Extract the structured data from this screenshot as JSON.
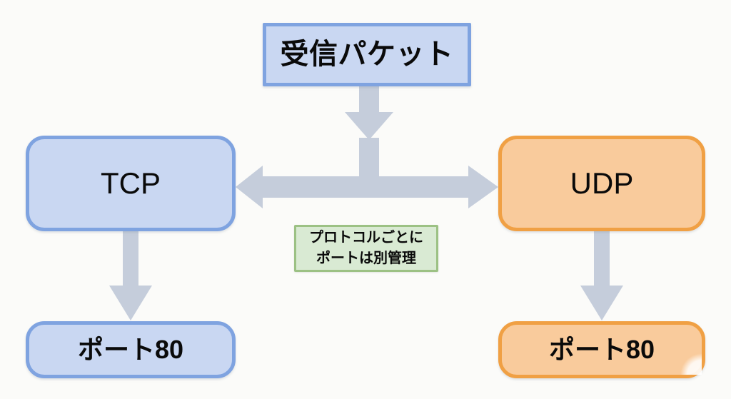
{
  "diagram": {
    "title": "TCP / UDP port separation diagram",
    "background_color": "#fbfbf9",
    "nodes": {
      "received_packet": {
        "label": "受信パケット",
        "fill": "#c9d7f2",
        "stroke": "#7fa3e0",
        "shape": "rectangle"
      },
      "tcp": {
        "label": "TCP",
        "fill": "#c9d7f2",
        "stroke": "#7fa3e0",
        "shape": "rounded-rectangle"
      },
      "udp": {
        "label": "UDP",
        "fill": "#f9cb9c",
        "stroke": "#f0a044",
        "shape": "rounded-rectangle"
      },
      "tcp_port": {
        "label": "ポート80",
        "fill": "#c9d7f2",
        "stroke": "#7fa3e0",
        "shape": "rounded-rectangle"
      },
      "udp_port": {
        "label": "ポート80",
        "fill": "#f9cb9c",
        "stroke": "#f0a044",
        "shape": "rounded-rectangle"
      },
      "note": {
        "label": "プロトコルごとに\nポートは別管理",
        "fill": "#d9ead3",
        "stroke": "#9cc184",
        "shape": "rectangle"
      }
    },
    "arrows": {
      "color": "#c5cddb",
      "packet_down": {
        "name": "received-packet-to-split",
        "direction": "down",
        "from": "received_packet",
        "to": "split-junction"
      },
      "split_left": {
        "name": "split-to-tcp",
        "direction": "left",
        "from": "split-junction",
        "to": "tcp"
      },
      "split_right": {
        "name": "split-to-udp",
        "direction": "right",
        "from": "split-junction",
        "to": "udp"
      },
      "tcp_down": {
        "name": "tcp-to-tcp-port",
        "direction": "down",
        "from": "tcp",
        "to": "tcp_port"
      },
      "udp_down": {
        "name": "udp-to-udp-port",
        "direction": "down",
        "from": "udp",
        "to": "udp_port"
      }
    }
  }
}
